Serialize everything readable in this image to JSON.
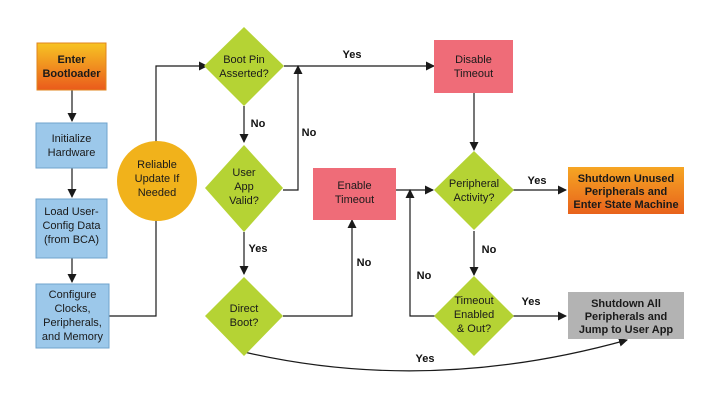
{
  "colors": {
    "process": "#9cc8ea",
    "process_border": "#6fa3cc",
    "decision": "#b5d334",
    "timeout": "#ef6c78",
    "start_gradient_top": "#f7c423",
    "start_gradient_bottom": "#ea5a1c",
    "circle": "#f1b21b",
    "gray": "#b3b3b3",
    "line": "#1a1a1a"
  },
  "nodes": {
    "enter_bootloader": [
      "Enter",
      "Bootloader"
    ],
    "initialize_hardware": [
      "Initialize",
      "Hardware"
    ],
    "load_config": [
      "Load User-",
      "Config Data",
      "(from BCA)"
    ],
    "configure": [
      "Configure",
      "Clocks,",
      "Peripherals,",
      "and Memory"
    ],
    "reliable_update": [
      "Reliable",
      "Update If",
      "Needed"
    ],
    "boot_pin": [
      "Boot Pin",
      "Asserted?"
    ],
    "user_app_valid": [
      "User",
      "App",
      "Valid?"
    ],
    "direct_boot": [
      "Direct",
      "Boot?"
    ],
    "disable_timeout": [
      "Disable",
      "Timeout"
    ],
    "enable_timeout": [
      "Enable",
      "Timeout"
    ],
    "peripheral_activity": [
      "Peripheral",
      "Activity?"
    ],
    "timeout_enabled": [
      "Timeout",
      "Enabled",
      "& Out?"
    ],
    "shutdown_unused": [
      "Shutdown Unused",
      "Peripherals and",
      "Enter State Machine"
    ],
    "shutdown_all": [
      "Shutdown All",
      "Peripherals and",
      "Jump to User App"
    ]
  },
  "edge_labels": {
    "boot_pin_yes": "Yes",
    "boot_pin_no": "No",
    "user_app_no": "No",
    "user_app_yes": "Yes",
    "direct_boot_no": "No",
    "direct_boot_yes": "Yes",
    "peripheral_yes": "Yes",
    "peripheral_no": "No",
    "timeout_no": "No",
    "timeout_yes": "Yes"
  }
}
